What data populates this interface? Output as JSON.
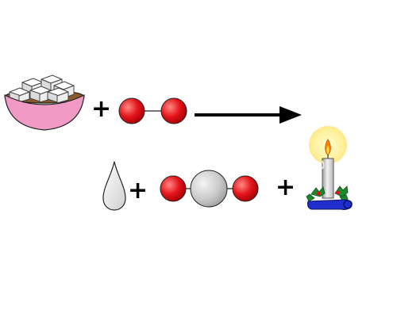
{
  "equation": {
    "reactants": [
      {
        "name": "sugar-cubes"
      },
      {
        "name": "oxygen-molecule"
      }
    ],
    "operator_symbols": [
      "+",
      "+",
      "+"
    ],
    "arrow": "yields",
    "products": [
      {
        "name": "water-drop"
      },
      {
        "name": "carbon-dioxide-molecule"
      },
      {
        "name": "candle-flame-energy"
      }
    ]
  },
  "colors": {
    "bowl": "#f29ac6",
    "oxygen_atom": "#e4141a",
    "carbon_atom": "#c9c9c9",
    "candle_holder": "#1f2ecc",
    "flame_glow": "#fff2a0",
    "holly_leaves": "#1c8a2a"
  }
}
